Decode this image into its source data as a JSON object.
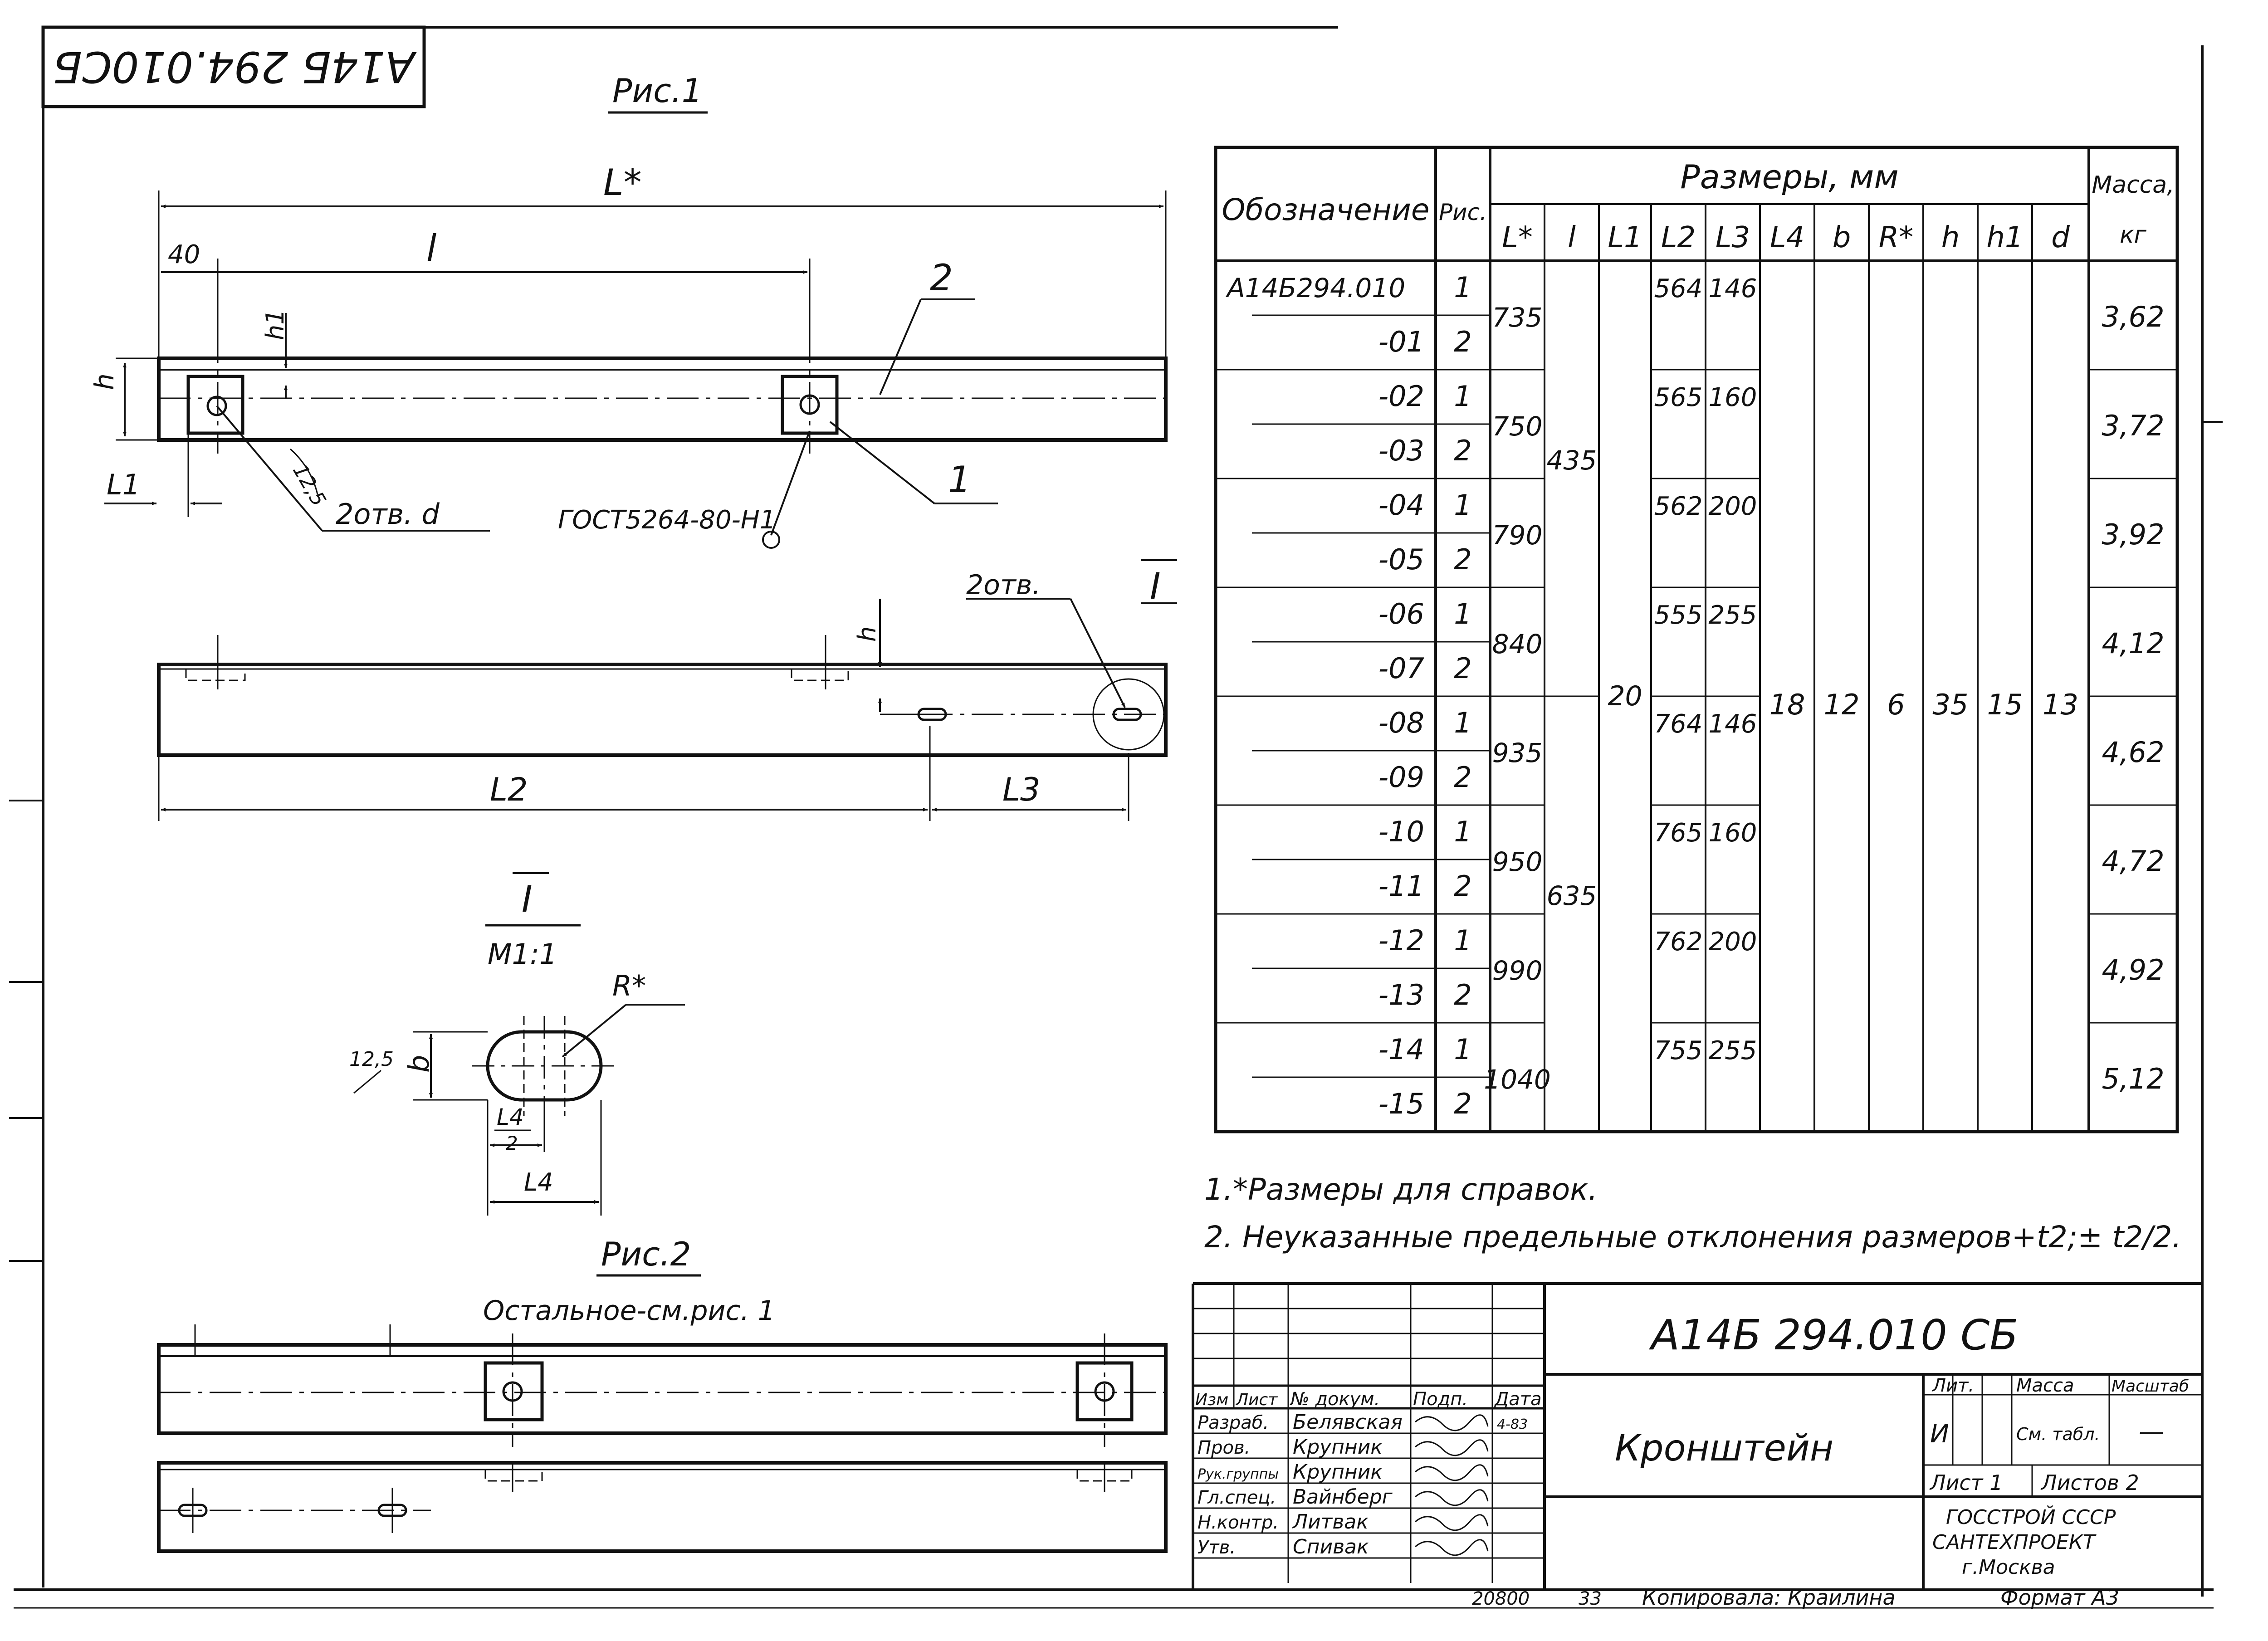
{
  "stamp_code": "А14Б 294.010СБ",
  "fig1_title": "Рис.1",
  "fig2_title": "Рис.2",
  "fig2_subtitle": "Остальное-см.рис. 1",
  "detail_title": "I",
  "detail_scale": "М1:1",
  "dims": {
    "L_star": "L*",
    "l": "l",
    "d40": "40",
    "h1": "h1",
    "h": "h",
    "L1": "L1",
    "r125": "12,5",
    "holes_d": "2отв. d",
    "gost": "ГОСТ5264-80-Н1",
    "pos1": "1",
    "pos2": "2",
    "holes2": "2отв.",
    "view1": "I",
    "L2": "L2",
    "L3": "L3",
    "R_star": "R*",
    "b": "b",
    "r125b": "12,5",
    "L4": "L4",
    "two": "2",
    "L4b": "L4"
  },
  "table": {
    "col_designation": "Обозначение",
    "col_fig": "Рис.",
    "col_sizes": "Размеры, мм",
    "col_mass": "Масса, кг",
    "subcols": [
      "L*",
      "l",
      "L1",
      "L2",
      "L3",
      "L4",
      "b",
      "R*",
      "h",
      "h1",
      "d"
    ],
    "rows": [
      {
        "designation": "А14Б294.010",
        "fig": "1"
      },
      {
        "designation": "-01",
        "fig": "2"
      },
      {
        "designation": "-02",
        "fig": "1"
      },
      {
        "designation": "-03",
        "fig": "2"
      },
      {
        "designation": "-04",
        "fig": "1"
      },
      {
        "designation": "-05",
        "fig": "2"
      },
      {
        "designation": "-06",
        "fig": "1"
      },
      {
        "designation": "-07",
        "fig": "2"
      },
      {
        "designation": "-08",
        "fig": "1"
      },
      {
        "designation": "-09",
        "fig": "2"
      },
      {
        "designation": "-10",
        "fig": "1"
      },
      {
        "designation": "-11",
        "fig": "2"
      },
      {
        "designation": "-12",
        "fig": "1"
      },
      {
        "designation": "-13",
        "fig": "2"
      },
      {
        "designation": "-14",
        "fig": "1"
      },
      {
        "designation": "-15",
        "fig": "2"
      }
    ],
    "pairs": [
      {
        "L": "735",
        "L2": "564",
        "L3": "146",
        "mass": "3,62"
      },
      {
        "L": "750",
        "L2": "565",
        "L3": "160",
        "mass": "3,72"
      },
      {
        "L": "790",
        "L2": "562",
        "L3": "200",
        "mass": "3,92"
      },
      {
        "L": "840",
        "L2": "555",
        "L3": "255",
        "mass": "4,12"
      },
      {
        "L": "935",
        "L2": "764",
        "L3": "146",
        "mass": "4,62"
      },
      {
        "L": "950",
        "L2": "765",
        "L3": "160",
        "mass": "4,72"
      },
      {
        "L": "990",
        "L2": "762",
        "L3": "200",
        "mass": "4,92"
      },
      {
        "L": "1040",
        "L2": "755",
        "L3": "255",
        "mass": "5,12"
      }
    ],
    "l_top": "435",
    "l_bottom": "635",
    "L1": "20",
    "L4": "18",
    "b": "12",
    "R": "6",
    "h": "35",
    "h1": "15",
    "d": "13"
  },
  "notes": [
    "1.*Размеры для справок.",
    "2. Неуказанные предельные отклонения размеров+t2;± t2/2."
  ],
  "title_block": {
    "doc_code": "А14Б 294.010 СБ",
    "part_name": "Кронштейн",
    "col_izm": "Изм",
    "col_list": "Лист",
    "col_ndok": "№ докум.",
    "col_podp": "Подп.",
    "col_data": "Дата",
    "date_value": "4-83",
    "roles": [
      {
        "role": "Разраб.",
        "name": "Белявская"
      },
      {
        "role": "Пров.",
        "name": "Крупник"
      },
      {
        "role": "Рук.группы",
        "name": "Крупник"
      },
      {
        "role": "Гл.спец.",
        "name": "Вайнберг"
      },
      {
        "role": "Н.контр.",
        "name": "Литвак"
      },
      {
        "role": "Утв.",
        "name": "Спивак"
      }
    ],
    "lit_label": "Лит.",
    "mass_label": "Масса",
    "scale_label": "Масштаб",
    "lit_value": "И",
    "mass_value": "См. табл.",
    "scale_value": "—",
    "sheet": "Лист 1",
    "sheets": "Листов 2",
    "org_lines": [
      "ГОССТРОЙ СССР",
      "САНТЕХПРОЕКТ",
      "г.Москва"
    ]
  },
  "footer": {
    "number": "20800",
    "page": "33",
    "copied": "Копировала: Краилина",
    "format": "Формат А3"
  }
}
